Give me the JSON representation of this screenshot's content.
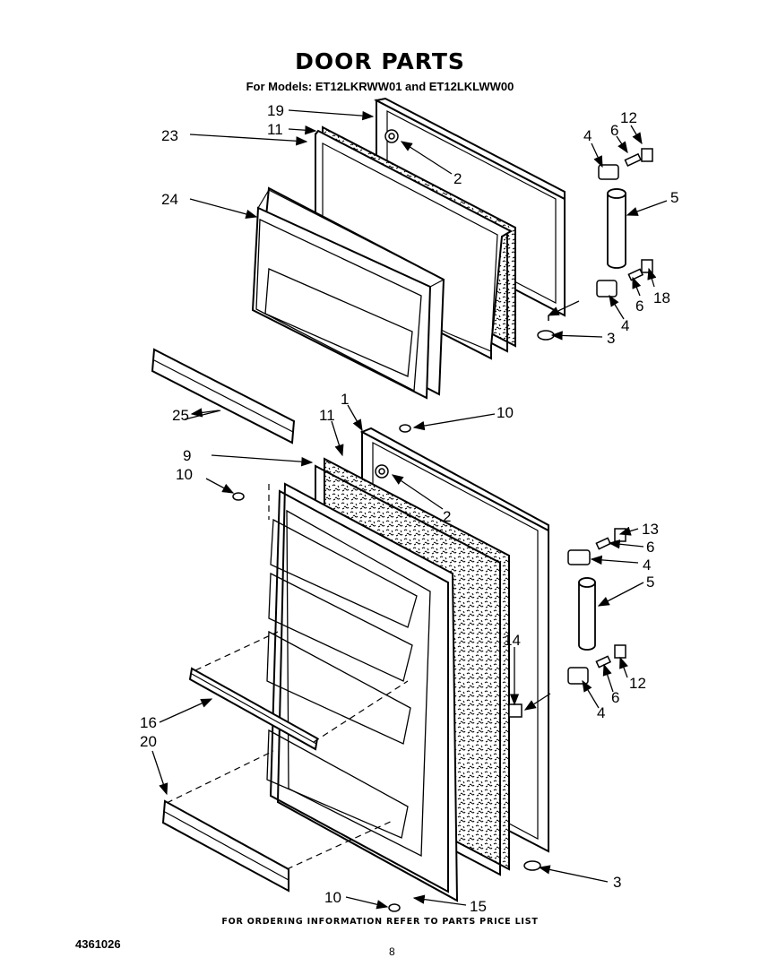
{
  "header": {
    "title": "DOOR PARTS",
    "subtitle": "For Models: ET12LKRWW01 and ET12LKLWW00"
  },
  "footer": {
    "ordering_note": "FOR ORDERING INFORMATION REFER TO PARTS PRICE LIST",
    "doc_number": "4361026",
    "page_number": "8"
  },
  "callouts": [
    {
      "id": "c19",
      "text": "19"
    },
    {
      "id": "c11a",
      "text": "11"
    },
    {
      "id": "c23",
      "text": "23"
    },
    {
      "id": "c2a",
      "text": "2"
    },
    {
      "id": "c24",
      "text": "24"
    },
    {
      "id": "c4a",
      "text": "4"
    },
    {
      "id": "c6a",
      "text": "6"
    },
    {
      "id": "c12a",
      "text": "12"
    },
    {
      "id": "c5a",
      "text": "5"
    },
    {
      "id": "c6b",
      "text": "6"
    },
    {
      "id": "c18",
      "text": "18"
    },
    {
      "id": "c4b",
      "text": "4"
    },
    {
      "id": "c3a",
      "text": "3"
    },
    {
      "id": "c25",
      "text": "25"
    },
    {
      "id": "c1",
      "text": "1"
    },
    {
      "id": "c11b",
      "text": "11"
    },
    {
      "id": "c10a",
      "text": "10"
    },
    {
      "id": "c9",
      "text": "9"
    },
    {
      "id": "c10b",
      "text": "10"
    },
    {
      "id": "c2b",
      "text": "2"
    },
    {
      "id": "c13",
      "text": "13"
    },
    {
      "id": "c6c",
      "text": "6"
    },
    {
      "id": "c4c",
      "text": "4"
    },
    {
      "id": "c5b",
      "text": "5"
    },
    {
      "id": "c14",
      "text": "14"
    },
    {
      "id": "c6d",
      "text": "6"
    },
    {
      "id": "c12b",
      "text": "12"
    },
    {
      "id": "c4d",
      "text": "4"
    },
    {
      "id": "c16",
      "text": "16"
    },
    {
      "id": "c20",
      "text": "20"
    },
    {
      "id": "c3b",
      "text": "3"
    },
    {
      "id": "c10c",
      "text": "10"
    },
    {
      "id": "c15",
      "text": "15"
    }
  ]
}
